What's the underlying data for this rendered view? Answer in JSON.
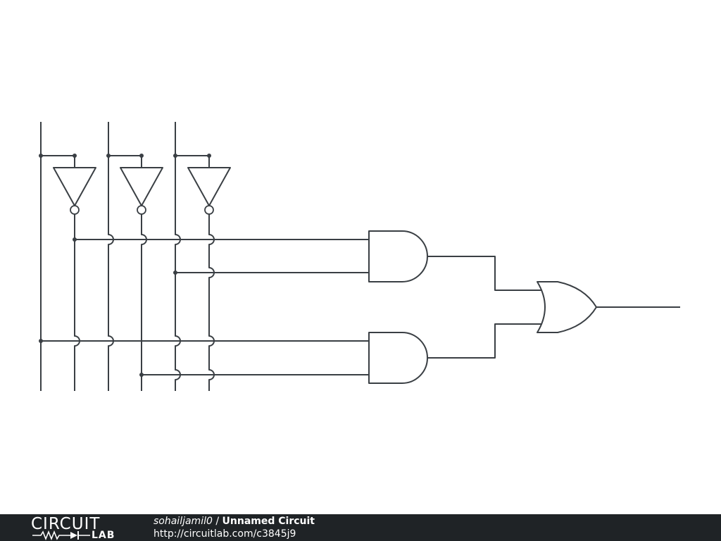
{
  "footer": {
    "logo": {
      "top": "CIRCUIT",
      "bottom": "LAB"
    },
    "author": "sohailjamil0",
    "separator": " / ",
    "title": "Unnamed Circuit",
    "url": "http://circuitlab.com/c3845j9"
  },
  "colors": {
    "wire": "#3a3f44",
    "footer_bg": "#1f2326",
    "footer_text": "#ffffff"
  },
  "circuit": {
    "inputs": 3,
    "components": [
      {
        "type": "NOT gate",
        "count": 3
      },
      {
        "type": "AND gate",
        "count": 2,
        "inputs_each": 2
      },
      {
        "type": "OR gate",
        "count": 1,
        "inputs_each": 2
      }
    ]
  }
}
